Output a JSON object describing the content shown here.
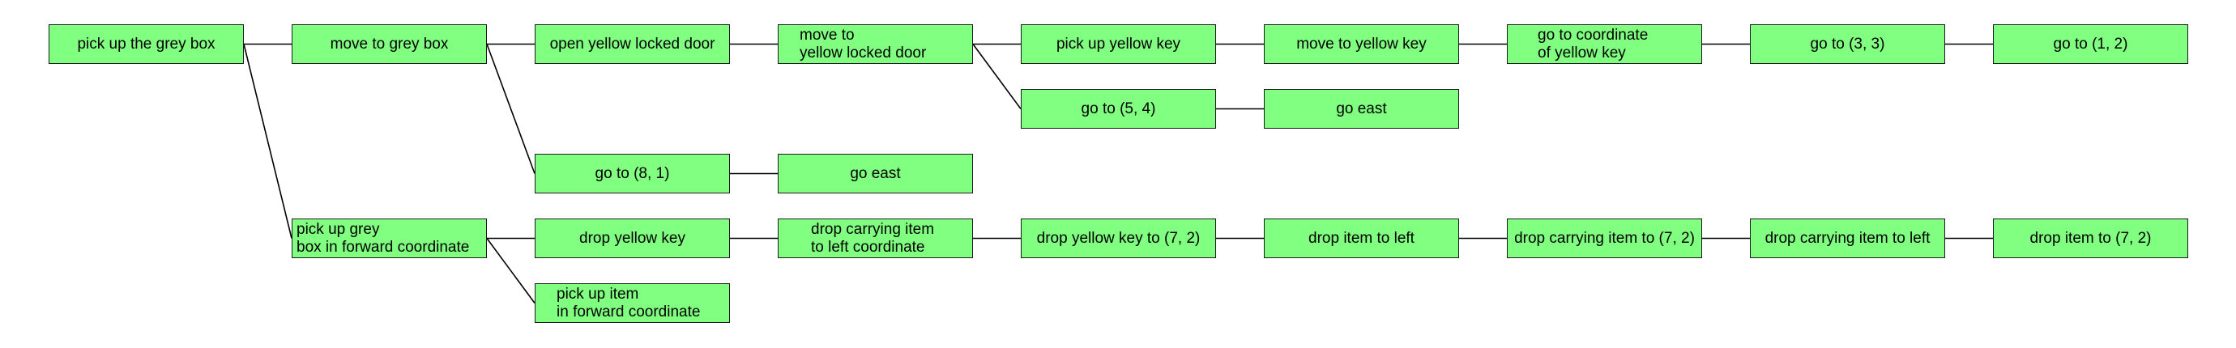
{
  "colors": {
    "node_fill": "#80ff80",
    "node_border": "#1a1a1a",
    "edge": "#000000",
    "background": "#ffffff"
  },
  "nodes": {
    "n1": "pick up the grey box",
    "n2": "move to grey box",
    "n3": "open yellow locked door",
    "n4": "move to\nyellow locked door",
    "n5": "pick up yellow key",
    "n6": "move to yellow key",
    "n7": "go to coordinate\nof yellow key",
    "n8": "go to (3, 3)",
    "n9": "go to (1, 2)",
    "n10": "go to (5, 4)",
    "n11": "go east",
    "n12": "go to (8, 1)",
    "n13": "go east",
    "n14": "pick up grey\nbox in forward coordinate",
    "n15": "drop yellow key",
    "n16": "drop carrying item\nto left coordinate",
    "n17": "drop yellow key to (7, 2)",
    "n18": "drop item to left",
    "n19": "drop carrying item to (7, 2)",
    "n20": "drop carrying item to left",
    "n21": "drop item to (7, 2)",
    "n22": "pick up item\nin forward coordinate"
  },
  "edges": [
    [
      "n1",
      "n2"
    ],
    [
      "n2",
      "n3"
    ],
    [
      "n3",
      "n4"
    ],
    [
      "n4",
      "n5"
    ],
    [
      "n5",
      "n6"
    ],
    [
      "n6",
      "n7"
    ],
    [
      "n7",
      "n8"
    ],
    [
      "n8",
      "n9"
    ],
    [
      "n4",
      "n10"
    ],
    [
      "n10",
      "n11"
    ],
    [
      "n2",
      "n12"
    ],
    [
      "n12",
      "n13"
    ],
    [
      "n1",
      "n14"
    ],
    [
      "n14",
      "n15"
    ],
    [
      "n15",
      "n16"
    ],
    [
      "n16",
      "n17"
    ],
    [
      "n17",
      "n18"
    ],
    [
      "n18",
      "n19"
    ],
    [
      "n19",
      "n20"
    ],
    [
      "n20",
      "n21"
    ],
    [
      "n14",
      "n22"
    ]
  ]
}
